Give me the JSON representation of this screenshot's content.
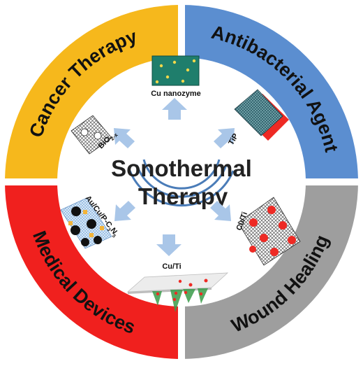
{
  "center": {
    "line1": "Sonothermal",
    "line2": "Therapy"
  },
  "quadrants": [
    {
      "key": "cancer",
      "label": "Cancer Therapy",
      "color": "#F6B81C"
    },
    {
      "key": "antibacterial",
      "label": "Antibacterial Agent",
      "color": "#5B8ED0"
    },
    {
      "key": "wound",
      "label": "Wound Healing",
      "color": "#9E9E9E"
    },
    {
      "key": "medical",
      "label": "Medical Devices",
      "color": "#F0201E"
    }
  ],
  "materials": {
    "cu_nanozyme": "Cu nanozyme",
    "bio": "BiO",
    "bio_sub": "2-x",
    "tip": "TiP",
    "cuti_wound": "Cu/Ti",
    "aucu_main": "Au/Cu/P-C",
    "aucu_sub1": "3",
    "aucu_mid": "N",
    "aucu_sub2": "5",
    "cuti_bottom": "Cu/Ti"
  },
  "colors": {
    "arrow": "#A9C6E8",
    "arc": "#4A7CB8",
    "ring_gap": "#ffffff"
  }
}
